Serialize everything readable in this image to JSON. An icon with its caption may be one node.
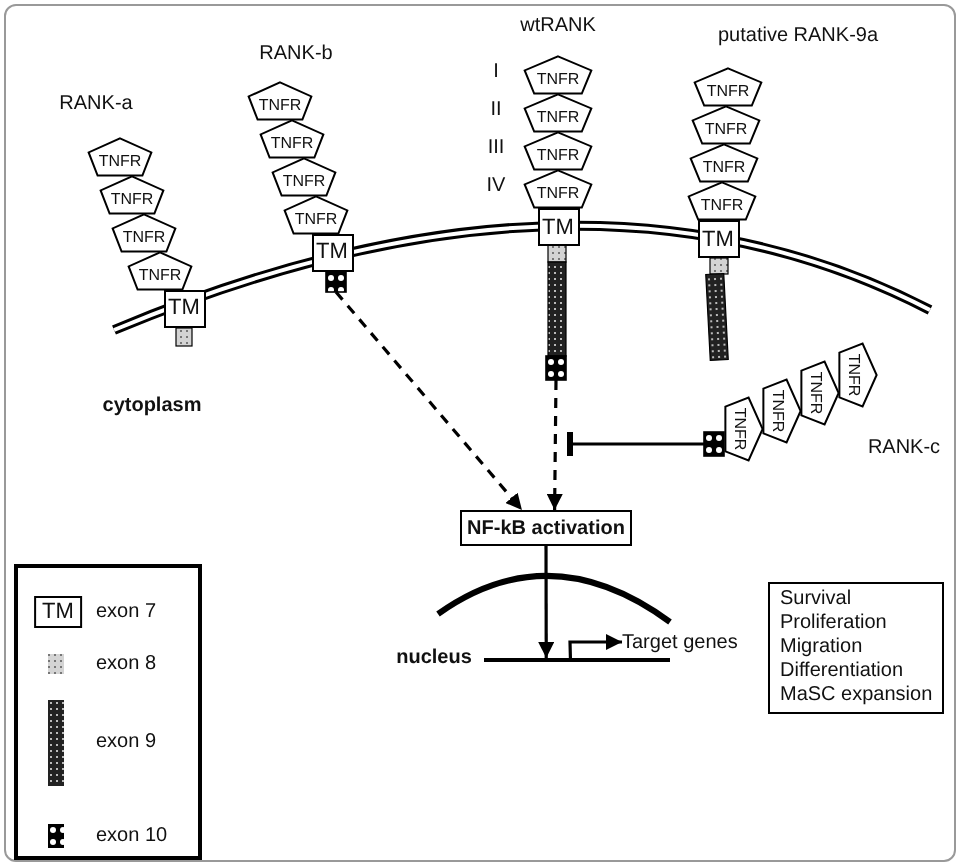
{
  "diagram": {
    "nodes": [
      {
        "text": [
          "TNFR"
        ]
      },
      {
        "text": [
          "TNFR"
        ]
      },
      {
        "text": [
          "TNFR"
        ]
      },
      {
        "text": [
          "TNFR"
        ]
      },
      {
        "text": [
          "TM"
        ]
      },
      {
        "text": [
          "TNFR"
        ]
      },
      {
        "text": [
          "TNFR"
        ]
      },
      {
        "text": [
          "TNFR"
        ]
      },
      {
        "text": [
          "TNFR"
        ]
      },
      {
        "text": [
          "TM"
        ]
      },
      {
        "text": [],
        "shape": "box"
      },
      {
        "text": [
          "TNFR"
        ]
      },
      {
        "text": [
          "TNFR"
        ]
      },
      {
        "text": [
          "TNFR"
        ]
      },
      {
        "text": [
          "TNFR"
        ]
      },
      {
        "text": [
          "TM"
        ]
      },
      {
        "text": [],
        "shape": "box"
      },
      {
        "text": [
          "TNFR"
        ]
      },
      {
        "text": [
          "TNFR"
        ]
      },
      {
        "text": [
          "TNFR"
        ]
      },
      {
        "text": [
          "TNFR"
        ]
      },
      {
        "text": [
          "TM"
        ]
      },
      {
        "text": [],
        "shape": "box"
      },
      {
        "text": [
          "TNFR"
        ]
      },
      {
        "text": [
          "TNFR"
        ]
      },
      {
        "text": [
          "TNFR"
        ]
      },
      {
        "text": [
          "TNFR"
        ]
      },
      {
        "text": [
          "NF-kB activation"
        ]
      },
      {
        "text": [],
        "shape": "bar"
      },
      {
        "text": [
          "Target genes"
        ]
      },
      {
        "text": [
          "Survival",
          "Proliferation",
          "Migration",
          "Differentiation",
          "MaSC expansion"
        ]
      }
    ],
    "edges": [
      {
        "from": 10,
        "to": 27,
        "arrow": "to",
        "style": "dashed"
      },
      {
        "from": 16,
        "to": 27,
        "arrow": "to",
        "style": "dashed"
      },
      {
        "from": 22,
        "to": null,
        "arrow": "other"
      },
      {
        "from": 27,
        "to": 28,
        "arrow": "to"
      },
      {
        "from": 28,
        "to": 29,
        "arrow": "to"
      }
    ],
    "labels": [
      "wtRANK",
      "putative RANK-9a",
      "RANK-b",
      "I",
      "RANK-a",
      "II",
      "III",
      "IV",
      "cytoplasm",
      "RANK-c",
      "nucleus",
      "TM"
    ],
    "legend": [
      {
        "text": "exon 7"
      },
      {
        "text": "exon 8"
      },
      {
        "text": "exon 9"
      },
      {
        "text": "exon 10"
      }
    ]
  }
}
